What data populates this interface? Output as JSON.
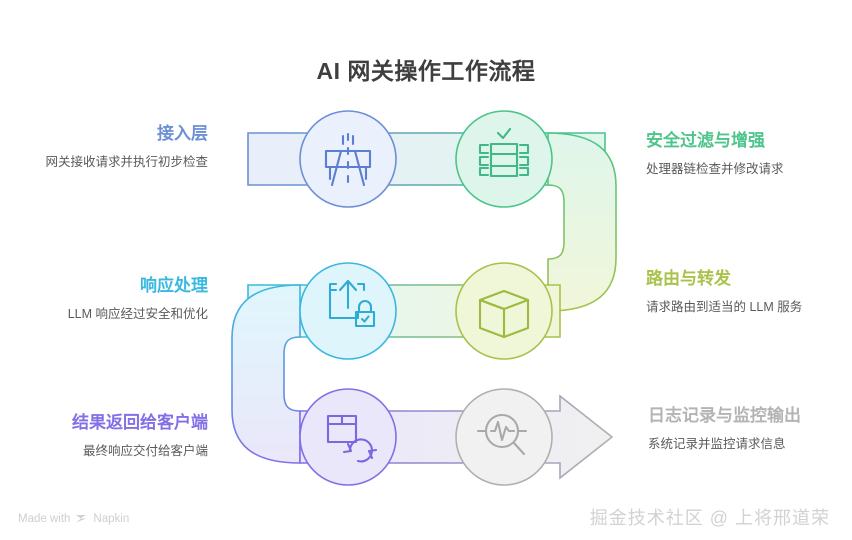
{
  "header": {
    "title": "AI 网关操作工作流程"
  },
  "nodes": [
    {
      "id": "ingress",
      "heading": "接入层",
      "description": "网关接收请求并执行初步检查",
      "icon": "highway-gateway-icon",
      "color": "#6d8fd6",
      "side": "left"
    },
    {
      "id": "security",
      "heading": "安全过滤与增强",
      "description": "处理器链检查并修改请求",
      "icon": "filter-grid-check-icon",
      "color": "#4cc48a",
      "side": "right"
    },
    {
      "id": "routing",
      "heading": "路由与转发",
      "description": "请求路由到适当的 LLM 服务",
      "icon": "cube-box-icon",
      "color": "#a8c24a",
      "side": "right"
    },
    {
      "id": "response",
      "heading": "响应处理",
      "description": "LLM 响应经过安全和优化",
      "icon": "upload-lock-icon",
      "color": "#3ab9e0",
      "side": "left"
    },
    {
      "id": "delivery",
      "heading": "结果返回给客户端",
      "description": "最终响应交付给客户端",
      "icon": "package-refresh-icon",
      "color": "#8270e6",
      "side": "left"
    },
    {
      "id": "logging",
      "heading": "日志记录与监控输出",
      "description": "系统记录并监控请求信息",
      "icon": "pulse-magnifier-icon",
      "color": "#b4b4b4",
      "side": "right"
    }
  ],
  "footer": {
    "made_with_prefix": "Made with",
    "made_with_brand": "Napkin",
    "watermark": "掘金技术社区 @ 上将邢道荣"
  }
}
